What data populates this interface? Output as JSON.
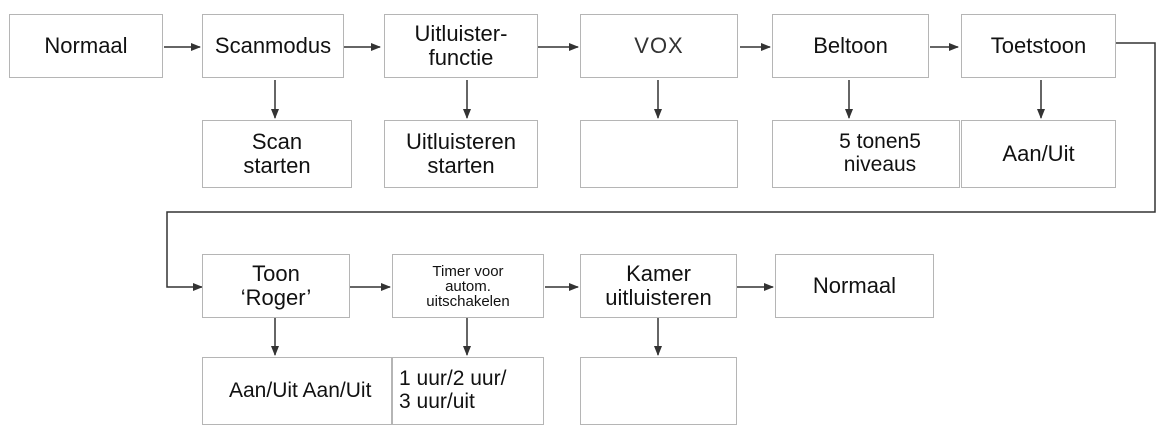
{
  "row1": {
    "normaal": "Normaal",
    "scanmodus": "Scanmodus",
    "uitluisterfunctie": "Uitluister-\nfunctie",
    "vox": "VOX",
    "beltoon": "Beltoon",
    "toetstoon": "Toetstoon"
  },
  "row1_sub": {
    "scan_starten": "Scan\nstarten",
    "uitluisteren_starten": "Uitluisteren\nstarten",
    "vox_sub": "",
    "beltoon_sub": "5 tonen5 niveaus",
    "toetstoon_sub": "Aan/Uit"
  },
  "row2": {
    "toon_roger": "Toon\n‘Roger’",
    "timer": "Timer voor\nautom.\nuitschakelen",
    "kamer_uitluisteren": "Kamer\nuitluisteren",
    "normaal_end": "Normaal"
  },
  "row2_sub": {
    "roger_sub": "Aan/Uit Aan/Uit",
    "timer_sub": "1 uur/2 uur/\n3 uur/uit",
    "kamer_sub": ""
  },
  "colors": {
    "line": "#333333",
    "border": "#b5b5b5",
    "text": "#111111"
  }
}
